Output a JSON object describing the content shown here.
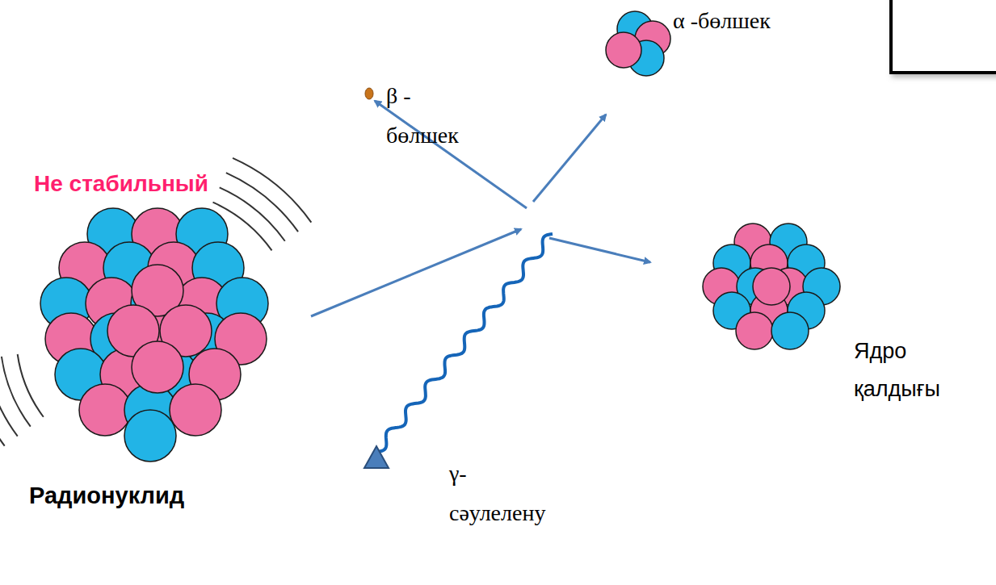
{
  "diagram": {
    "labels": [
      "α -бөлшек",
      "β - бөлшек",
      "Не стабильный",
      "Радионуклид",
      "Ядро қалдығы",
      "γ- сәулелену"
    ]
  }
}
